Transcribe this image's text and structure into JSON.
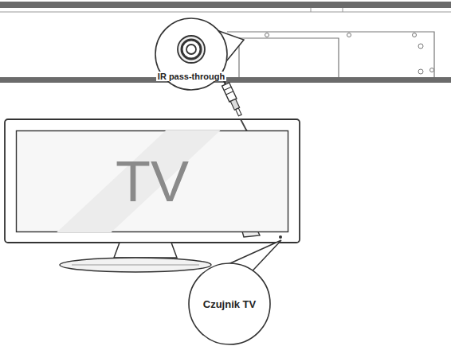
{
  "diagram": {
    "nodes": [
      {
        "text": [
          "IR pass-through"
        ]
      },
      {
        "text": [
          "TV"
        ]
      },
      {
        "text": [
          "Czujnik TV"
        ]
      }
    ]
  }
}
